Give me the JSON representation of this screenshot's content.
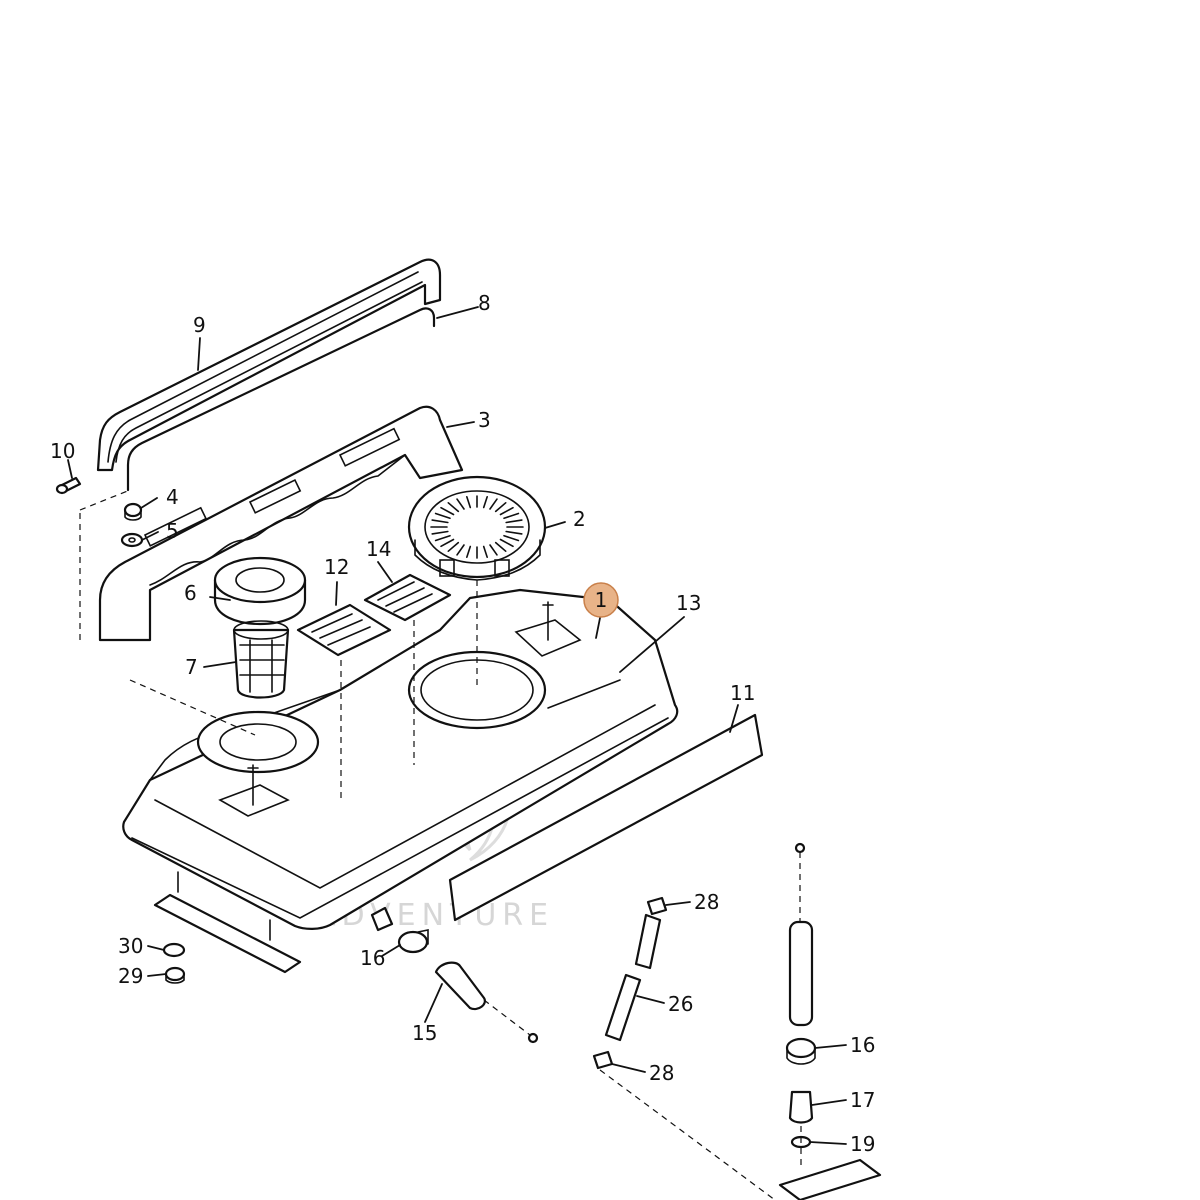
{
  "diagram": {
    "highlight_color": "#e8b388",
    "highlight_stroke": "#c9804a",
    "watermark": "ADVENTURE",
    "callouts": {
      "c1": "1",
      "c2": "2",
      "c3": "3",
      "c4": "4",
      "c5": "5",
      "c6": "6",
      "c7": "7",
      "c8": "8",
      "c9": "9",
      "c10": "10",
      "c11": "11",
      "c12": "12",
      "c13": "13",
      "c14": "14",
      "c15": "15",
      "c16a": "16",
      "c16b": "16",
      "c17": "17",
      "c19": "19",
      "c26": "26",
      "c28a": "28",
      "c28b": "28",
      "c29": "29",
      "c30": "30"
    }
  }
}
